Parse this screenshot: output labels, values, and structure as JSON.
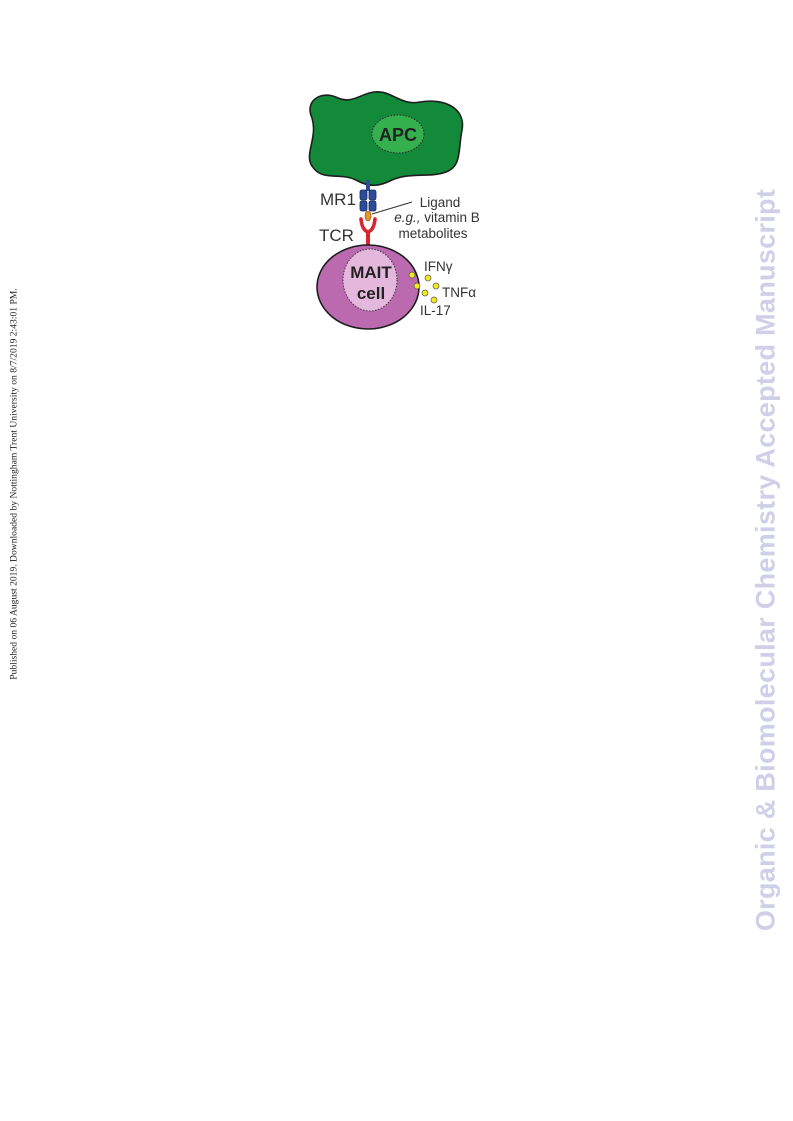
{
  "side_note": "Published on 06 August 2019. Downloaded by Nottingham Trent University on 8/7/2019 2:43:01 PM.",
  "watermark": "Organic & Biomolecular Chemistry Accepted Manuscript",
  "diagram": {
    "apc_label": "APC",
    "mr1_label": "MR1",
    "tcr_label": "TCR",
    "ligand": {
      "line1": "Ligand",
      "line2_italic": "e.g.,",
      "line2_rest": " vitamin B",
      "line3": "metabolites"
    },
    "mait_line1": "MAIT",
    "mait_line2": "cell",
    "cytokines": [
      "IFNγ",
      "TNFα",
      "IL-17"
    ],
    "colors": {
      "apc_body": "#138a3a",
      "apc_nucleus": "#35b04e",
      "mait_body": "#bc6ab0",
      "mait_nucleus": "#e4b8dd",
      "mr1": "#2c4b9a",
      "tcr": "#d7262e",
      "ligand": "#e8962a",
      "cytokine": "#f1ea1a"
    }
  }
}
